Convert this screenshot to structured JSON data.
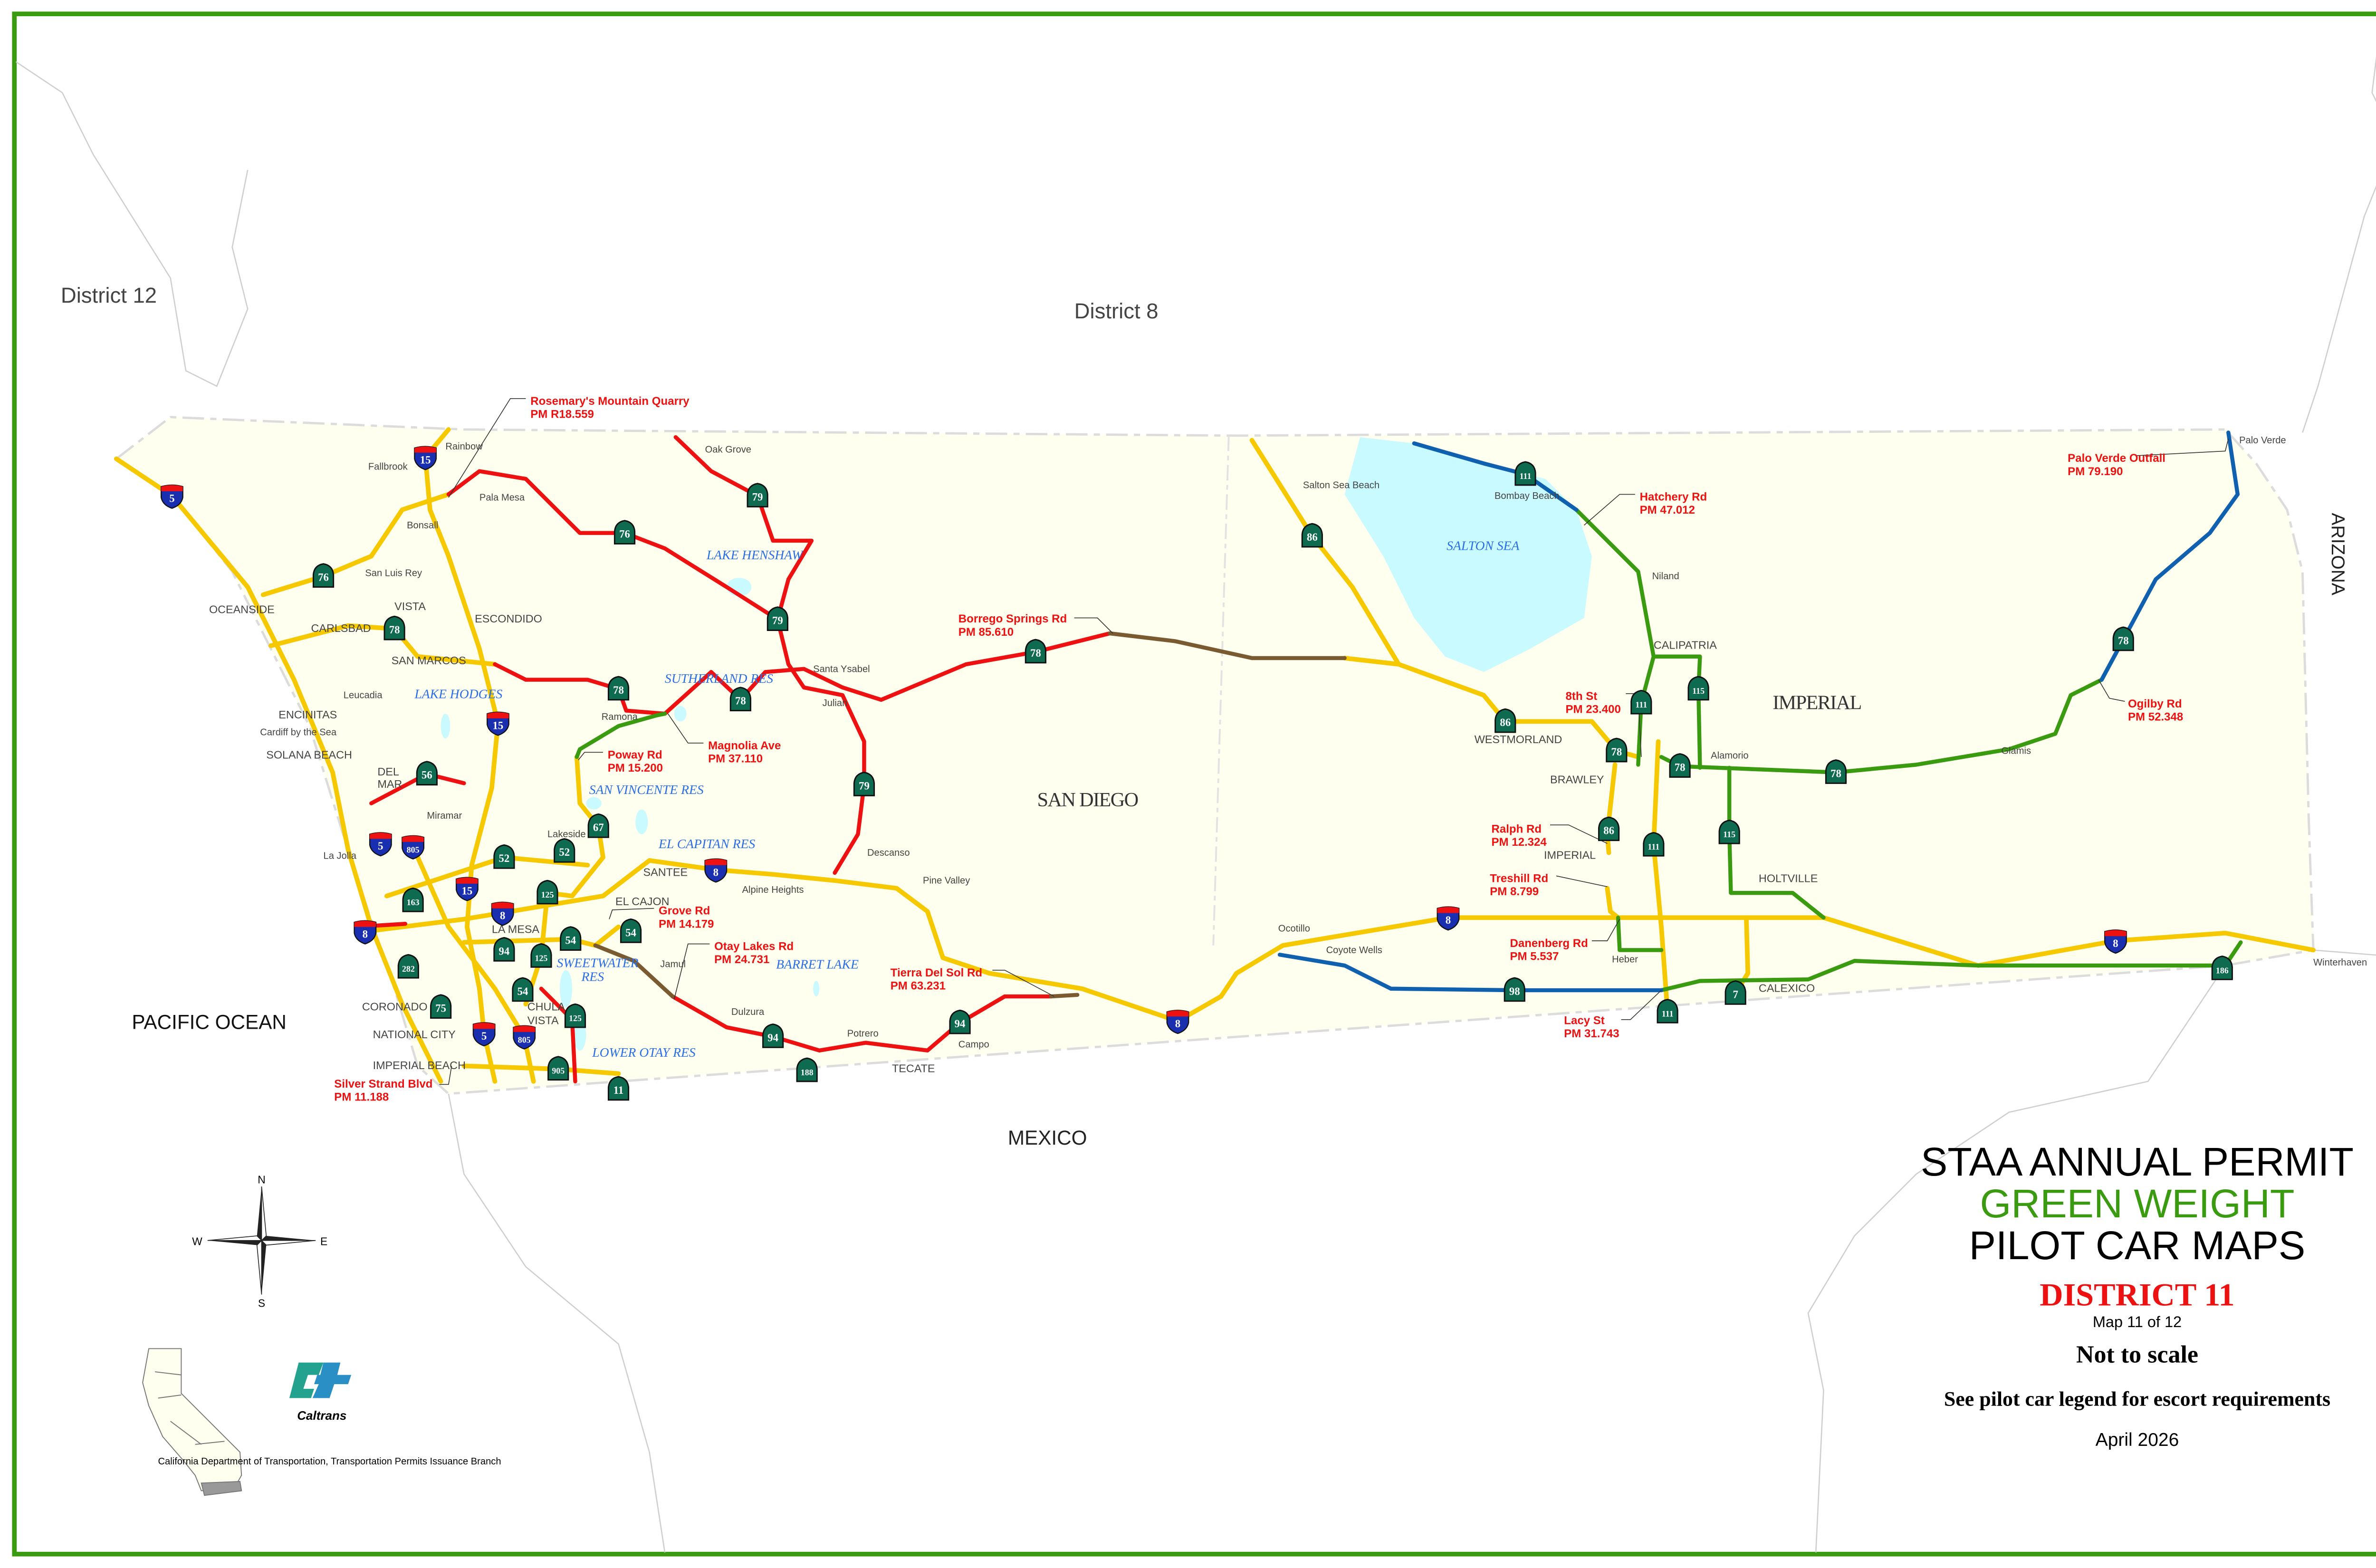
{
  "regions": {
    "district_12": "District 12",
    "district_8": "District 8",
    "pacific_ocean": "PACIFIC OCEAN",
    "mexico": "MEXICO",
    "arizona": "ARIZONA",
    "san_diego": "SAN DIEGO",
    "imperial": "IMPERIAL"
  },
  "cities": [
    "Rainbow",
    "Fallbrook",
    "Pala Mesa",
    "Oak Grove",
    "Bonsall",
    "San Luis Rey",
    "VISTA",
    "OCEANSIDE",
    "CARLSBAD",
    "ESCONDIDO",
    "SAN MARCOS",
    "Leucadia",
    "ENCINITAS",
    "Cardiff by the Sea",
    "SOLANA BEACH",
    "DEL",
    "MAR",
    "Ramona",
    "Santa Ysabel",
    "Julian",
    "Miramar",
    "Lakeside",
    "La Jolla",
    "SANTEE",
    "Alpine Heights",
    "Descanso",
    "Pine Valley",
    "EL CAJON",
    "LA MESA",
    "Jamul",
    "CORONADO",
    "CHULA",
    "VISTA",
    "Dulzura",
    "Potrero",
    "Campo",
    "NATIONAL CITY",
    "IMPERIAL BEACH",
    "TECATE",
    "Ocotillo",
    "Coyote Wells",
    "Salton Sea Beach",
    "Bombay Beach",
    "Niland",
    "CALIPATRIA",
    "WESTMORLAND",
    "BRAWLEY",
    "Alamorio",
    "Glamis",
    "IMPERIAL",
    "HOLTVILLE",
    "Heber",
    "CALEXICO",
    "Winterhaven",
    "Palo Verde"
  ],
  "water": [
    "LAKE HENSHAW",
    "SALTON SEA",
    "LAKE HODGES",
    "SUTHERLAND RES",
    "SAN VINCENTE RES",
    "EL CAPITAN RES",
    "SWEETWATER",
    "RES",
    "BARRET LAKE",
    "LOWER OTAY RES"
  ],
  "annotations": [
    {
      "name": "Rosemary's Mountain Quarry",
      "pm": "PM R18.559"
    },
    {
      "name": "Palo Verde Outfall",
      "pm": "PM 79.190"
    },
    {
      "name": "Hatchery Rd",
      "pm": "PM 47.012"
    },
    {
      "name": "Borrego Springs Rd",
      "pm": "PM 85.610"
    },
    {
      "name": "8th St",
      "pm": "PM 23.400"
    },
    {
      "name": "Ogilby Rd",
      "pm": "PM 52.348"
    },
    {
      "name": "Magnolia Ave",
      "pm": "PM 37.110"
    },
    {
      "name": "Poway Rd",
      "pm": "PM 15.200"
    },
    {
      "name": "Ralph Rd",
      "pm": "PM 12.324"
    },
    {
      "name": "Treshill Rd",
      "pm": "PM 8.799"
    },
    {
      "name": "Grove Rd",
      "pm": "PM 14.179"
    },
    {
      "name": "Otay Lakes Rd",
      "pm": "PM 24.731"
    },
    {
      "name": "Danenberg Rd",
      "pm": "PM 5.537"
    },
    {
      "name": "Tierra Del Sol Rd",
      "pm": "PM 63.231"
    },
    {
      "name": "Lacy St",
      "pm": "PM 31.743"
    },
    {
      "name": "Silver Strand Blvd",
      "pm": "PM 11.188"
    }
  ],
  "interstate_shields": [
    "15",
    "5",
    "15",
    "5",
    "805",
    "15",
    "8",
    "8",
    "8",
    "5",
    "805",
    "8",
    "8",
    "8"
  ],
  "state_shields": [
    "76",
    "76",
    "79",
    "79",
    "79",
    "78",
    "78",
    "78",
    "78",
    "78",
    "78",
    "78",
    "78",
    "56",
    "52",
    "52",
    "67",
    "125",
    "125",
    "125",
    "163",
    "94",
    "94",
    "94",
    "54",
    "54",
    "54",
    "282",
    "75",
    "905",
    "11",
    "188",
    "86",
    "86",
    "86",
    "111",
    "111",
    "111",
    "111",
    "115",
    "115",
    "98",
    "7",
    "186"
  ],
  "compass": {
    "n": "N",
    "e": "E",
    "s": "S",
    "w": "W"
  },
  "title": {
    "line1": "STAA ANNUAL PERMIT",
    "line2": "GREEN WEIGHT",
    "line3": "PILOT CAR MAPS",
    "district": "DISTRICT 11",
    "map_number": "Map 11 of 12",
    "scale_note": "Not to scale",
    "legend_note": "See pilot car legend for escort requirements",
    "date": "April 2026"
  },
  "footer": {
    "logo_text": "Caltrans",
    "agency": "California Department of Transportation, Transportation Permits Issuance Branch"
  },
  "colors": {
    "frame": "#3a9a10",
    "land": "#fffff0",
    "route_yellow": "#f5c800",
    "route_red": "#ee1111",
    "route_green": "#3a9a10",
    "route_blue": "#1060b0",
    "route_brown": "#7a5a30",
    "water": "#c8faff"
  }
}
